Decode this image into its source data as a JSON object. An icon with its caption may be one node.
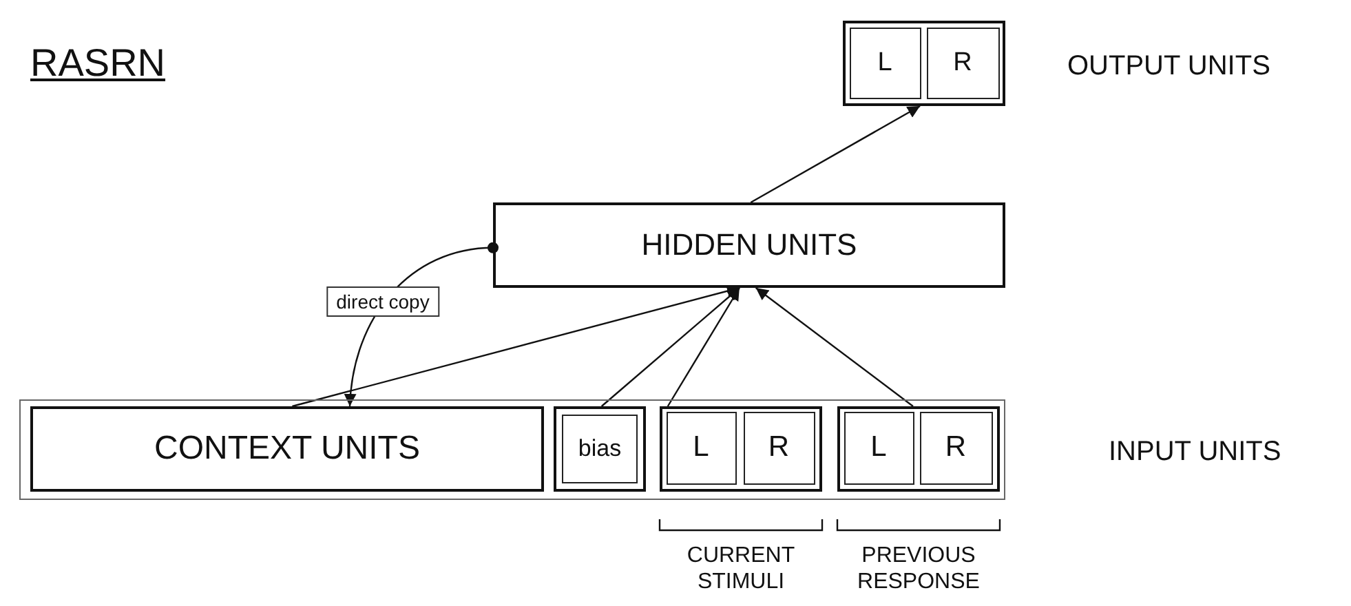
{
  "diagram": {
    "title": "RASRN",
    "nodes": [
      {
        "text": [],
        "shape": "box",
        "beside": [
          "OUTPUT UNITS"
        ]
      },
      {
        "text": [
          "L"
        ],
        "in": 0
      },
      {
        "text": [
          "R"
        ],
        "in": 0
      },
      {
        "text": [
          "HIDDEN UNITS"
        ]
      },
      {
        "text": [],
        "shape": "box",
        "beside": [
          "INPUT UNITS"
        ]
      },
      {
        "text": [
          "CONTEXT UNITS"
        ],
        "in": 4
      },
      {
        "text": [
          "bias"
        ],
        "in": 4
      },
      {
        "text": [],
        "shape": "box",
        "in": 4,
        "beside": [
          "CURRENT STIMULI"
        ]
      },
      {
        "text": [
          "L"
        ],
        "in": 7
      },
      {
        "text": [
          "R"
        ],
        "in": 7
      },
      {
        "text": [],
        "shape": "box",
        "in": 4,
        "beside": [
          "PREVIOUS RESPONSE"
        ]
      },
      {
        "text": [
          "L"
        ],
        "in": 10
      },
      {
        "text": [
          "R"
        ],
        "in": 10
      }
    ],
    "edges": [
      {
        "from": 3,
        "to": 0,
        "arrow": "to"
      },
      {
        "from": 3,
        "to": 5,
        "arrow": "to",
        "label": "direct copy"
      },
      {
        "from": 5,
        "to": 3,
        "arrow": "to"
      },
      {
        "from": 6,
        "to": 3,
        "arrow": "to"
      },
      {
        "from": 7,
        "to": 3,
        "arrow": "to"
      },
      {
        "from": 10,
        "to": 3,
        "arrow": "to"
      }
    ]
  }
}
